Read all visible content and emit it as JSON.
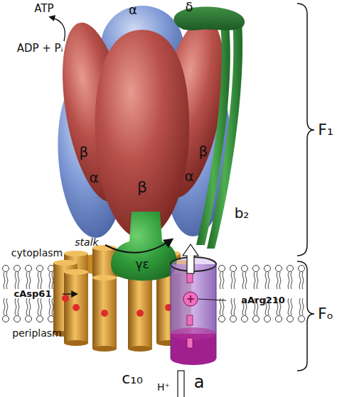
{
  "diagram": {
    "labels": [
      "ATP",
      "ADP + Pᵢ",
      "α",
      "δ",
      "β",
      "α",
      "β",
      "α",
      "β",
      "F₁",
      "stalk",
      "b₂",
      "γε",
      "cytoplasm",
      "cAsp61",
      "+",
      "aArg210",
      "Fₒ",
      "periplasm",
      "c₁₀",
      "a",
      "H⁺"
    ]
  }
}
